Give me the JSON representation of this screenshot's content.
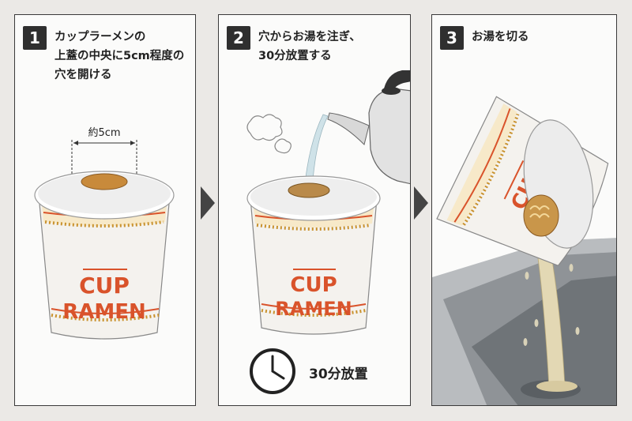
{
  "steps": [
    {
      "number": "1",
      "lines": [
        "カップラーメンの",
        "上蓋の中央に5cm程度の",
        "穴を開ける"
      ],
      "measure_label": "約5cm"
    },
    {
      "number": "2",
      "lines": [
        "穴からお湯を注ぎ、",
        "30分放置する"
      ],
      "timer_label": "30分放置"
    },
    {
      "number": "3",
      "lines": [
        "お湯を切る"
      ]
    }
  ],
  "cup": {
    "word1": "CUP",
    "word2": "RAMEN"
  },
  "colors": {
    "accent": "#d9532b",
    "gold": "#c9922e",
    "frame": "#3a3a3a",
    "badge": "#2f2f2f",
    "arrow": "#444444"
  },
  "icons": [
    "clock-icon",
    "kettle-icon",
    "steam-icon",
    "sink-icon",
    "arrow-right-icon"
  ]
}
